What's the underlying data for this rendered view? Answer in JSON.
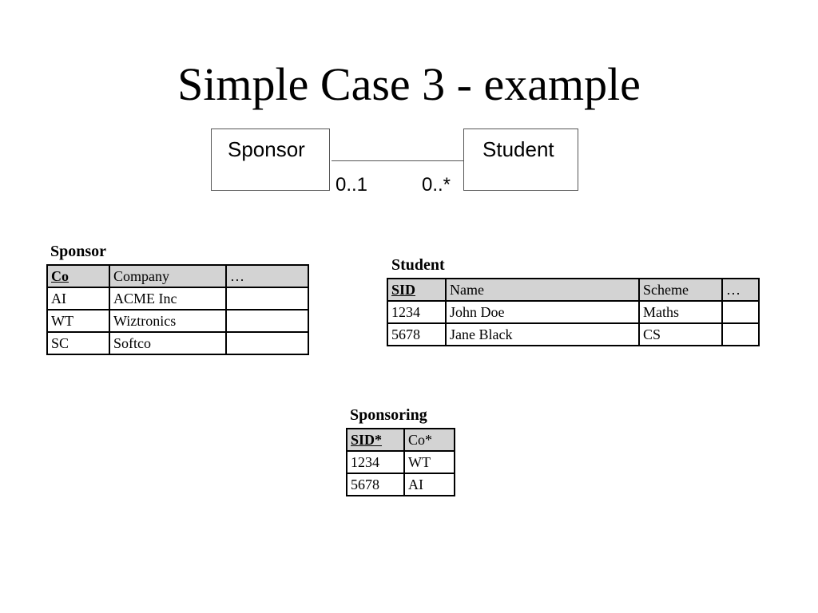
{
  "title": "Simple Case 3 - example",
  "uml": {
    "left_class": "Sponsor",
    "right_class": "Student",
    "left_multiplicity": "0..1",
    "right_multiplicity": "0..*"
  },
  "tables": {
    "sponsor": {
      "caption": "Sponsor",
      "headers": [
        "Co",
        "Company",
        "…"
      ],
      "rows": [
        [
          "AI",
          "ACME Inc",
          ""
        ],
        [
          "WT",
          "Wiztronics",
          ""
        ],
        [
          "SC",
          "Softco",
          ""
        ]
      ]
    },
    "student": {
      "caption": "Student",
      "headers": [
        "SID",
        "Name",
        "Scheme",
        "…"
      ],
      "rows": [
        [
          "1234",
          "John Doe",
          "Maths",
          ""
        ],
        [
          "5678",
          "Jane Black",
          "CS",
          ""
        ]
      ]
    },
    "sponsoring": {
      "caption": "Sponsoring",
      "headers": [
        "SID*",
        "Co*"
      ],
      "rows": [
        [
          "1234",
          "WT"
        ],
        [
          "5678",
          "AI"
        ]
      ]
    }
  }
}
